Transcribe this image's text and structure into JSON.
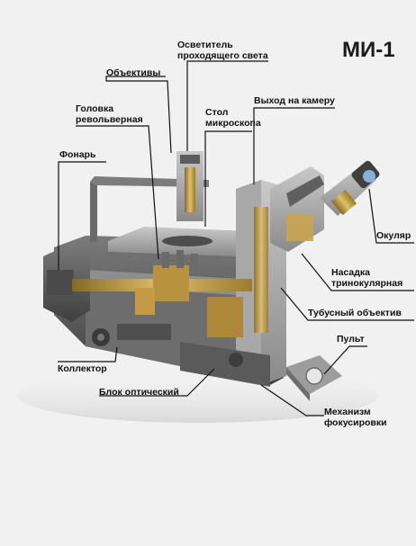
{
  "title": "МИ-1",
  "labels": {
    "illuminator_l1": "Осветитель",
    "illuminator_l2": "проходящего света",
    "objectives": "Объективы",
    "turret_l1": "Головка",
    "turret_l2": "револьверная",
    "stage_l1": "Стол",
    "stage_l2": "микроскопа",
    "camera_out": "Выход на камеру",
    "lamp": "Фонарь",
    "eyepiece": "Окуляр",
    "trinocular_l1": "Насадка",
    "trinocular_l2": "тринокулярная",
    "tube_lens": "Тубусный объектив",
    "remote": "Пульт",
    "collector": "Коллектор",
    "optical_block": "Блок оптический",
    "focus_l1": "Механизм",
    "focus_l2": "фокусировки"
  },
  "colors": {
    "background": "#f1f1f1",
    "body_grey": "#9b9b9b",
    "body_dark": "#5e5e5e",
    "brass": "#c8a24a",
    "leader_line": "#111111"
  }
}
